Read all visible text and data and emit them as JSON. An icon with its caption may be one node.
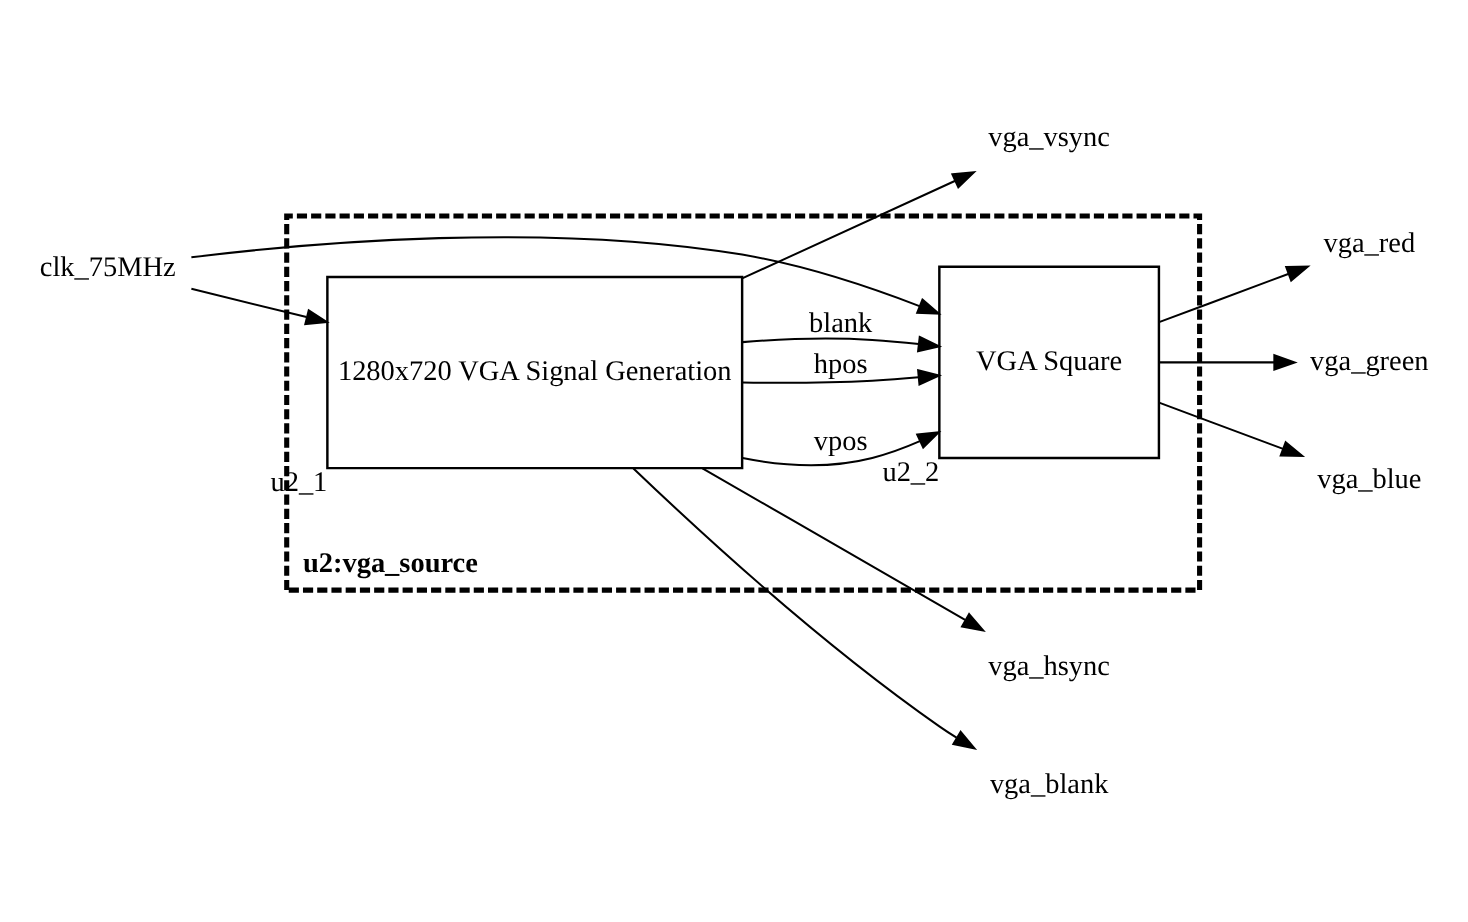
{
  "diagram": {
    "nodes": [
      {
        "text": [
          "u2:vga_source"
        ]
      },
      {
        "text": [
          "1280x720 VGA Signal Generation"
        ],
        "beside": [
          "u2_1"
        ],
        "in": 0
      },
      {
        "text": [
          "VGA Square"
        ],
        "beside": [
          "u2_2"
        ],
        "in": 0
      },
      {
        "text": [
          "clk_75MHz"
        ]
      },
      {
        "text": [
          "vga_vsync"
        ]
      },
      {
        "text": [
          "vga_hsync"
        ]
      },
      {
        "text": [
          "vga_blank"
        ]
      },
      {
        "text": [
          "vga_red"
        ]
      },
      {
        "text": [
          "vga_green"
        ]
      },
      {
        "text": [
          "vga_blue"
        ]
      }
    ],
    "edges": [
      {
        "from": 3,
        "to": 1,
        "arrow": "to"
      },
      {
        "from": 3,
        "to": 2,
        "arrow": "to"
      },
      {
        "from": 1,
        "to": 4,
        "arrow": "to"
      },
      {
        "from": 1,
        "to": 5,
        "arrow": "to"
      },
      {
        "from": 1,
        "to": 6,
        "arrow": "to"
      },
      {
        "from": 1,
        "to": 2,
        "arrow": "to",
        "label": "blank"
      },
      {
        "from": 1,
        "to": 2,
        "arrow": "to",
        "label": "vpos"
      },
      {
        "from": 1,
        "to": 2,
        "arrow": "to",
        "label": "hpos"
      },
      {
        "from": 2,
        "to": 7,
        "arrow": "to"
      },
      {
        "from": 2,
        "to": 8,
        "arrow": "to"
      },
      {
        "from": 2,
        "to": 9,
        "arrow": "to"
      }
    ]
  }
}
